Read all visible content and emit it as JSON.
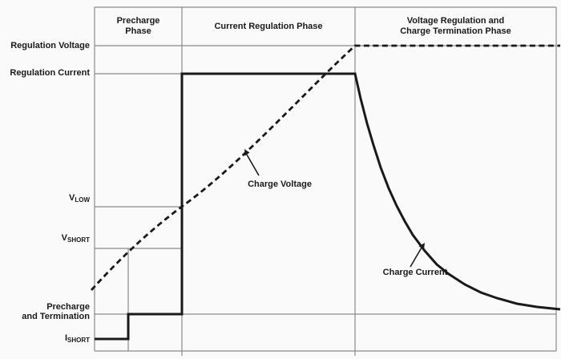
{
  "figure": {
    "background_color": "#fafafa",
    "ink_color": "#1a1a1a",
    "grid_color": "#8a8a8a"
  },
  "phase_headers": [
    {
      "line1": "Precharge",
      "line2": "Phase"
    },
    {
      "line1": "Current Regulation Phase"
    },
    {
      "line1": "Voltage Regulation and",
      "line2": "Charge Termination Phase"
    }
  ],
  "axis_labels": {
    "regulation_voltage": "Regulation Voltage",
    "regulation_current": "Regulation Current",
    "v_low_main": "V",
    "v_low_sub": "LOW",
    "v_short_main": "V",
    "v_short_sub": "SHORT",
    "precharge_line1": "Precharge",
    "precharge_line2": "and Termination",
    "i_short_main": "I",
    "i_short_sub": "SHORT"
  },
  "curve_labels": {
    "charge_voltage": "Charge Voltage",
    "charge_current": "Charge Current"
  },
  "chart_data": {
    "type": "line",
    "title": "",
    "xlabel": "",
    "ylabel": "",
    "numeric_axes_shown": false,
    "y_reference_levels_top_to_bottom": [
      "Regulation Voltage",
      "Regulation Current",
      "VLOW",
      "VSHORT",
      "Precharge and Termination",
      "ISHORT"
    ],
    "phases": [
      {
        "name": "Precharge Phase",
        "x_start_frac": 0.0,
        "x_end_frac": 0.189
      },
      {
        "name": "Current Regulation Phase",
        "x_start_frac": 0.189,
        "x_end_frac": 0.564
      },
      {
        "name": "Voltage Regulation and Charge Termination Phase",
        "x_start_frac": 0.564,
        "x_end_frac": 1.0
      }
    ],
    "series": [
      {
        "name": "Charge Voltage",
        "line_style": "dashed",
        "description": "Rises monotonically from below VSHORT; crosses VSHORT during precharge, reaches VLOW at the precharge/current-regulation boundary, reaches Regulation Voltage at the current/voltage-regulation boundary, then stays constant at Regulation Voltage.",
        "key_points": [
          {
            "x_frac": 0.0,
            "level": "below VSHORT (start)"
          },
          {
            "x_frac": 0.073,
            "level": "VSHORT"
          },
          {
            "x_frac": 0.189,
            "level": "VLOW"
          },
          {
            "x_frac": 0.564,
            "level": "Regulation Voltage"
          },
          {
            "x_frac": 1.0,
            "level": "Regulation Voltage"
          }
        ]
      },
      {
        "name": "Charge Current",
        "line_style": "solid",
        "description": "ISHORT until battery voltage reaches VSHORT; steps to Precharge and Termination level until VLOW; steps to Regulation Current for the current regulation phase; decays exponentially toward the Precharge and Termination level during the voltage regulation / charge termination phase.",
        "key_points": [
          {
            "x_frac": 0.0,
            "level": "ISHORT"
          },
          {
            "x_frac": 0.073,
            "level": "step up to Precharge and Termination"
          },
          {
            "x_frac": 0.189,
            "level": "step up to Regulation Current"
          },
          {
            "x_frac": 0.564,
            "level": "begin exponential decay from Regulation Current"
          },
          {
            "x_frac": 1.0,
            "level": "approaches Precharge and Termination"
          }
        ]
      }
    ],
    "legend_position": "inline annotations with arrows",
    "grid": "threshold reference lines only"
  }
}
